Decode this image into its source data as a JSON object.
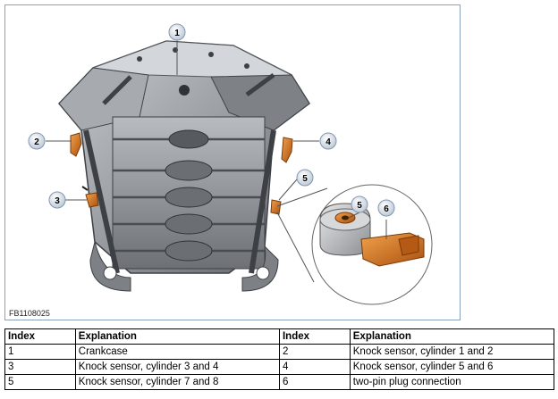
{
  "figure": {
    "id": "FB1108025",
    "callouts": [
      "1",
      "2",
      "3",
      "4",
      "5",
      "5",
      "6"
    ],
    "colors": {
      "engine": "#8f9398",
      "engine_dark": "#4a4d52",
      "sensor": "#d4731c",
      "connector": "#c85f16"
    }
  },
  "legend": {
    "headers": [
      "Index",
      "Explanation",
      "Index",
      "Explanation"
    ],
    "rows": [
      [
        "1",
        "Crankcase",
        "2",
        "Knock sensor, cylinder 1 and 2"
      ],
      [
        "3",
        "Knock sensor, cylinder 3 and 4",
        "4",
        "Knock sensor, cylinder 5 and 6"
      ],
      [
        "5",
        "Knock sensor, cylinder 7 and 8",
        "6",
        "two-pin plug connection"
      ]
    ]
  }
}
